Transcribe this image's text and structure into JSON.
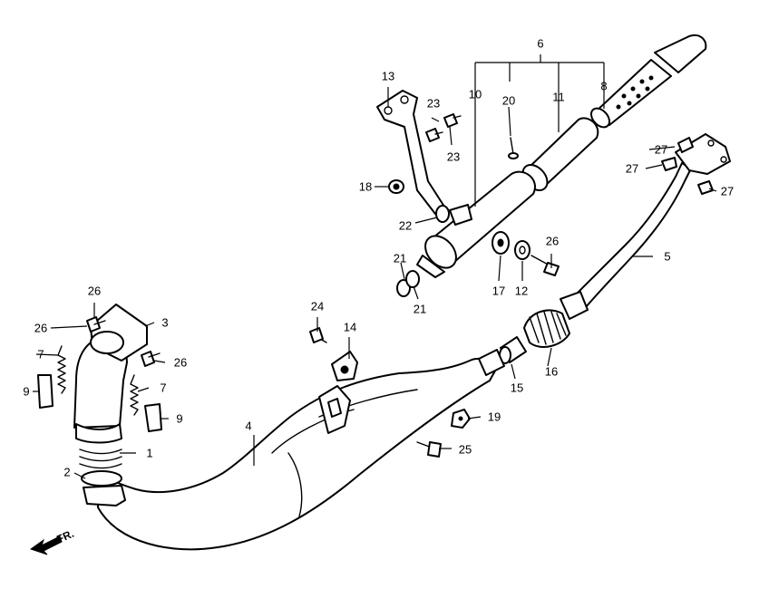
{
  "callouts": {
    "c1": "1",
    "c2": "2",
    "c3": "3",
    "c4": "4",
    "c5": "5",
    "c6": "6",
    "c7a": "7",
    "c7b": "7",
    "c8": "8",
    "c9a": "9",
    "c9b": "9",
    "c10": "10",
    "c11": "11",
    "c12": "12",
    "c13": "13",
    "c14": "14",
    "c15": "15",
    "c16": "16",
    "c17": "17",
    "c18": "18",
    "c19": "19",
    "c20": "20",
    "c21a": "21",
    "c21b": "21",
    "c22": "22",
    "c23a": "23",
    "c23b": "23",
    "c24": "24",
    "c25": "25",
    "c26a": "26",
    "c26b": "26",
    "c26c": "26",
    "c26d": "26",
    "c27a": "27",
    "c27b": "27",
    "c27c": "27"
  },
  "direction": {
    "label": "FR."
  }
}
